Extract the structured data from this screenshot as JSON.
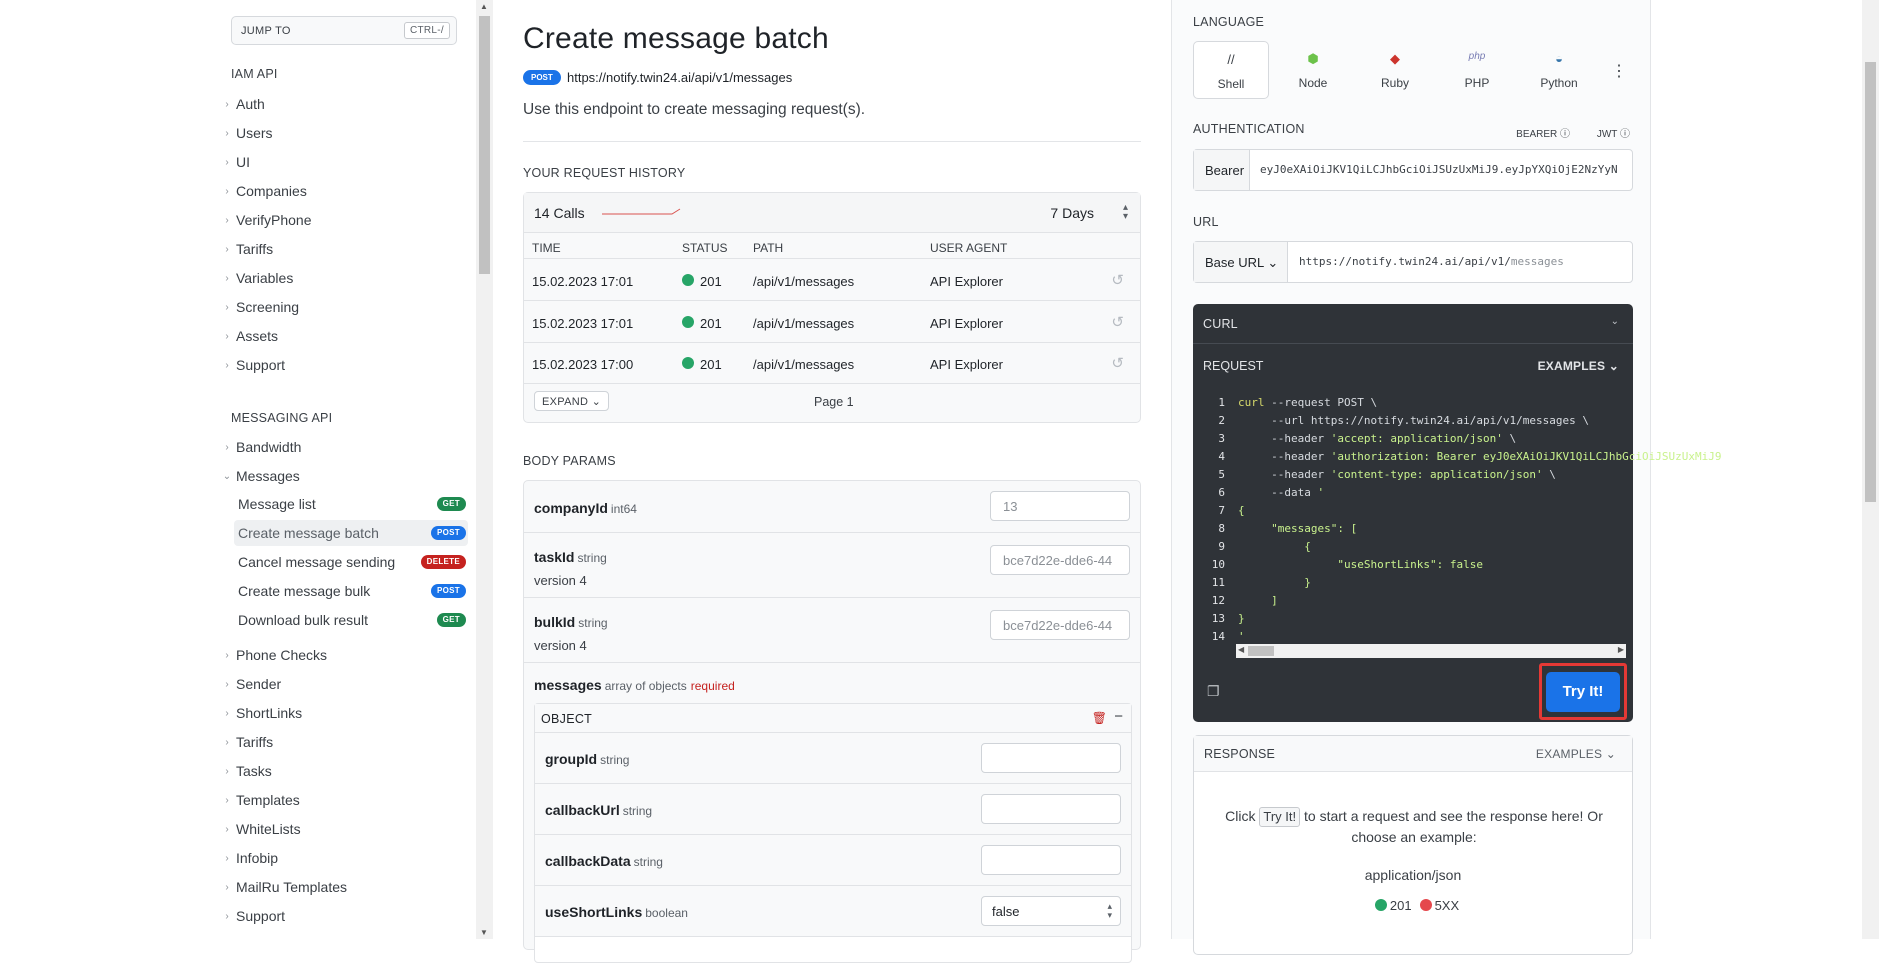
{
  "sidebar": {
    "jump_to": "JUMP TO",
    "jump_shortcut": "CTRL-/",
    "iam_title": "IAM API",
    "iam_items": [
      "Auth",
      "Users",
      "UI",
      "Companies",
      "VerifyPhone",
      "Tariffs",
      "Variables",
      "Screening",
      "Assets",
      "Support"
    ],
    "messaging_title": "MESSAGING API",
    "messaging_items_before": [
      "Bandwidth"
    ],
    "messages_group": "Messages",
    "message_subitems": [
      {
        "label": "Message list",
        "method": "GET"
      },
      {
        "label": "Create message batch",
        "method": "POST"
      },
      {
        "label": "Cancel message sending",
        "method": "DELETE"
      },
      {
        "label": "Create message bulk",
        "method": "POST"
      },
      {
        "label": "Download bulk result",
        "method": "GET"
      }
    ],
    "messaging_items_after": [
      "Phone Checks",
      "Sender",
      "ShortLinks",
      "Tariffs",
      "Tasks",
      "Templates",
      "WhiteLists",
      "Infobip",
      "MailRu Templates",
      "Support"
    ]
  },
  "main": {
    "title": "Create message batch",
    "method": "POST",
    "url": "https://notify.twin24.ai/api/v1/messages",
    "description": "Use this endpoint to create messaging request(s).",
    "history_title": "YOUR REQUEST HISTORY",
    "history": {
      "calls": "14 Calls",
      "range": "7 Days",
      "columns": [
        "TIME",
        "STATUS",
        "PATH",
        "USER AGENT"
      ],
      "rows": [
        {
          "time": "15.02.2023 17:01",
          "status": "201",
          "path": "/api/v1/messages",
          "agent": "API Explorer"
        },
        {
          "time": "15.02.2023 17:01",
          "status": "201",
          "path": "/api/v1/messages",
          "agent": "API Explorer"
        },
        {
          "time": "15.02.2023 17:00",
          "status": "201",
          "path": "/api/v1/messages",
          "agent": "API Explorer"
        }
      ],
      "expand": "EXPAND",
      "page": "Page 1"
    },
    "body_title": "BODY PARAMS",
    "params": {
      "companyId": {
        "name": "companyId",
        "type": "int64",
        "placeholder": "13"
      },
      "taskId": {
        "name": "taskId",
        "type": "string",
        "note": "version 4",
        "placeholder": "bce7d22e-dde6-44"
      },
      "bulkId": {
        "name": "bulkId",
        "type": "string",
        "note": "version 4",
        "placeholder": "bce7d22e-dde6-44"
      },
      "messages": {
        "name": "messages",
        "type": "array of objects",
        "required": "required"
      }
    },
    "object": {
      "title": "OBJECT",
      "fields": [
        {
          "name": "groupId",
          "type": "string"
        },
        {
          "name": "callbackUrl",
          "type": "string"
        },
        {
          "name": "callbackData",
          "type": "string"
        }
      ],
      "useShortLinks": {
        "name": "useShortLinks",
        "type": "boolean",
        "value": "false"
      }
    }
  },
  "right": {
    "language_title": "LANGUAGE",
    "languages": [
      {
        "name": "Shell",
        "icon": "shell-icon",
        "glyph": "//",
        "color": "#3a3f45"
      },
      {
        "name": "Node",
        "icon": "node-icon",
        "glyph": "⬢",
        "color": "#6cc24a"
      },
      {
        "name": "Ruby",
        "icon": "ruby-icon",
        "glyph": "◆",
        "color": "#cc342d"
      },
      {
        "name": "PHP",
        "icon": "php-icon",
        "glyph": "php",
        "color": "#777bb3"
      },
      {
        "name": "Python",
        "icon": "python-icon",
        "glyph": "◒",
        "color": "#3776ab"
      }
    ],
    "auth_title": "AUTHENTICATION",
    "auth_modes": [
      "BEARER",
      "JWT"
    ],
    "auth_prefix": "Bearer",
    "auth_token": "eyJ0eXAiOiJKV1QiLCJhbGciOiJSUzUxMiJ9.eyJpYXQiOjE2NzYyN",
    "url_title": "URL",
    "base_url_label": "Base URL",
    "base_url": "https://notify.twin24.ai/api/v1/",
    "base_url_path": "messages",
    "curl_title": "CURL",
    "request_title": "REQUEST",
    "examples": "EXAMPLES",
    "code_lines": [
      [
        {
          "t": "curl",
          "c": "k"
        },
        {
          "t": " --request POST \\",
          "c": ""
        }
      ],
      [
        {
          "t": "     --url https://notify.twin24.ai/api/v1/messages \\",
          "c": ""
        }
      ],
      [
        {
          "t": "     --header ",
          "c": ""
        },
        {
          "t": "'accept: application/json'",
          "c": "s"
        },
        {
          "t": " \\",
          "c": ""
        }
      ],
      [
        {
          "t": "     --header ",
          "c": ""
        },
        {
          "t": "'authorization: Bearer eyJ0eXAiOiJKV1QiLCJhbGciOiJSUzUxMiJ9",
          "c": "s"
        }
      ],
      [
        {
          "t": "     --header ",
          "c": ""
        },
        {
          "t": "'content-type: application/json'",
          "c": "s"
        },
        {
          "t": " \\",
          "c": ""
        }
      ],
      [
        {
          "t": "     --data ",
          "c": ""
        },
        {
          "t": "'",
          "c": "s"
        }
      ],
      [
        {
          "t": "{",
          "c": "s"
        }
      ],
      [
        {
          "t": "     \"messages\": [",
          "c": "s"
        }
      ],
      [
        {
          "t": "          {",
          "c": "s"
        }
      ],
      [
        {
          "t": "               \"useShortLinks\": false",
          "c": "s"
        }
      ],
      [
        {
          "t": "          }",
          "c": "s"
        }
      ],
      [
        {
          "t": "     ]",
          "c": "s"
        }
      ],
      [
        {
          "t": "}",
          "c": "s"
        }
      ],
      [
        {
          "t": "'",
          "c": "s"
        }
      ]
    ],
    "try_it": "Try It!",
    "response_title": "RESPONSE",
    "response_examples": "EXAMPLES",
    "hint_pre": "Click",
    "hint_btn": "Try It!",
    "hint_post": "to start a request and see the response here! Or choose an example:",
    "content_type": "application/json",
    "codes": [
      {
        "code": "201",
        "color": "#27a567"
      },
      {
        "code": "5XX",
        "color": "#e5484d"
      }
    ]
  }
}
